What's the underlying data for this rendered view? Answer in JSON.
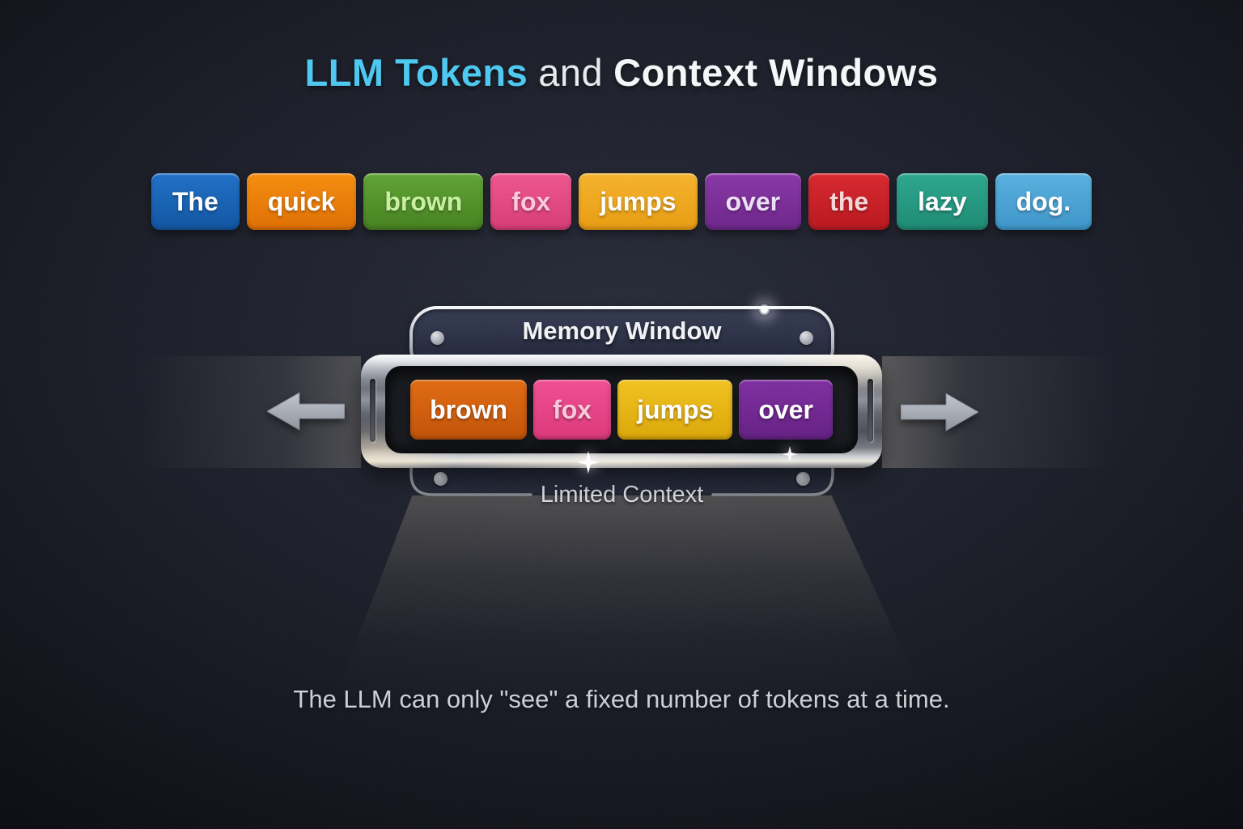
{
  "title": {
    "highlight": "LLM Tokens",
    "connector": "and",
    "rest": "Context Windows"
  },
  "sentence_tokens": [
    {
      "text": "The",
      "bg_top": "#1e6fc8",
      "bg_bottom": "#0e54a2",
      "text_color": "#ffffff"
    },
    {
      "text": "quick",
      "bg_top": "#f68d0c",
      "bg_bottom": "#e06e00",
      "text_color": "#ffffff"
    },
    {
      "text": "brown",
      "bg_top": "#60a434",
      "bg_bottom": "#44801d",
      "text_color": "#c9f1a1"
    },
    {
      "text": "fox",
      "bg_top": "#ef5590",
      "bg_bottom": "#d83a75",
      "text_color": "#fbc9dc"
    },
    {
      "text": "jumps",
      "bg_top": "#f6b32b",
      "bg_bottom": "#e99c0f",
      "text_color": "#ffffff"
    },
    {
      "text": "over",
      "bg_top": "#8935a7",
      "bg_bottom": "#6c2389",
      "text_color": "#eedff5"
    },
    {
      "text": "the",
      "bg_top": "#d9262e",
      "bg_bottom": "#b9151c",
      "text_color": "#f8d6d8"
    },
    {
      "text": "lazy",
      "bg_top": "#2ba78e",
      "bg_bottom": "#1b8a73",
      "text_color": "#ffffff"
    },
    {
      "text": "dog.",
      "bg_top": "#58b0e0",
      "bg_bottom": "#3b95c9",
      "text_color": "#ffffff"
    }
  ],
  "memory_window": {
    "title": "Memory Window",
    "subtitle": "Limited Context",
    "tokens": [
      {
        "text": "brown",
        "bg_top": "#e16a10",
        "bg_bottom": "#c35106",
        "text_color": "#ffffff"
      },
      {
        "text": "fox",
        "bg_top": "#f04e92",
        "bg_bottom": "#dd3679",
        "text_color": "#fbc9dc"
      },
      {
        "text": "jumps",
        "bg_top": "#f2c31e",
        "bg_bottom": "#dca706",
        "text_color": "#ffffff"
      },
      {
        "text": "over",
        "bg_top": "#7e2da0",
        "bg_bottom": "#641e83",
        "text_color": "#ffffff"
      }
    ]
  },
  "icons": {
    "left_arrow": "arrow-left-icon",
    "right_arrow": "arrow-right-icon",
    "sparkle": "sparkle-icon",
    "rivet": "rivet-dot"
  },
  "caption": "The LLM can only \"see\" a fixed number of tokens at a time.",
  "colors": {
    "accent_cyan": "#4cc9f2",
    "title_text": "#f7f8fa",
    "background_center": "#272b38",
    "background_edge": "#090a0f",
    "metal_light": "#f2f3f6",
    "metal_dark": "#55565e",
    "arrow_gray": "#a9adb7",
    "caption_text": "#ccd0d7"
  }
}
